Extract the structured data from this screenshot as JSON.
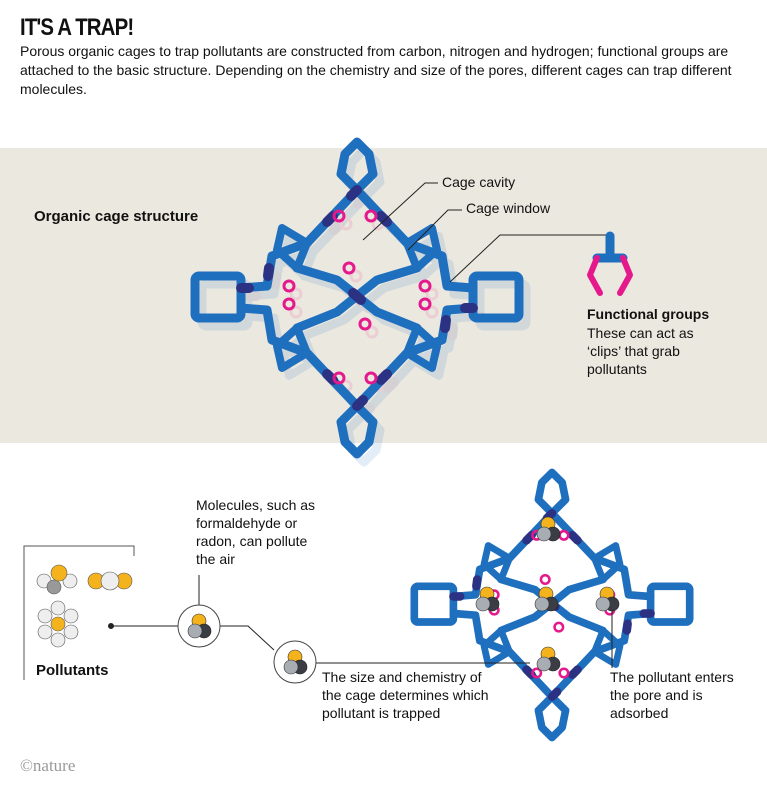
{
  "header": {
    "title": "IT'S A TRAP!",
    "intro": "Porous organic cages to trap pollutants are constructed from carbon, nitrogen and hydrogen; functional groups are attached to the basic structure. Depending on the chemistry and size of the pores, different cages can trap different molecules."
  },
  "top_panel": {
    "heading": "Organic cage structure",
    "cage_cavity": "Cage cavity",
    "cage_window": "Cage window",
    "functional_groups_title": "Functional groups",
    "functional_groups_text": "These can act as ‘clips’ that grab pollutants"
  },
  "bottom_panel": {
    "pollutants_label": "Pollutants",
    "molecules_note": "Molecules, such as formaldehyde or radon, can pollute the air",
    "size_note": "The size and chemistry of the cage determines which pollutant is trapped",
    "adsorb_note": "The pollutant enters the pore and is adsorbed"
  },
  "credit": "©nature",
  "colors": {
    "cage_blue": "#1f6fbf",
    "cage_dark": "#2b3183",
    "clip": "#e5198c",
    "band": "#ebe8df",
    "yellow": "#f4b31c"
  }
}
